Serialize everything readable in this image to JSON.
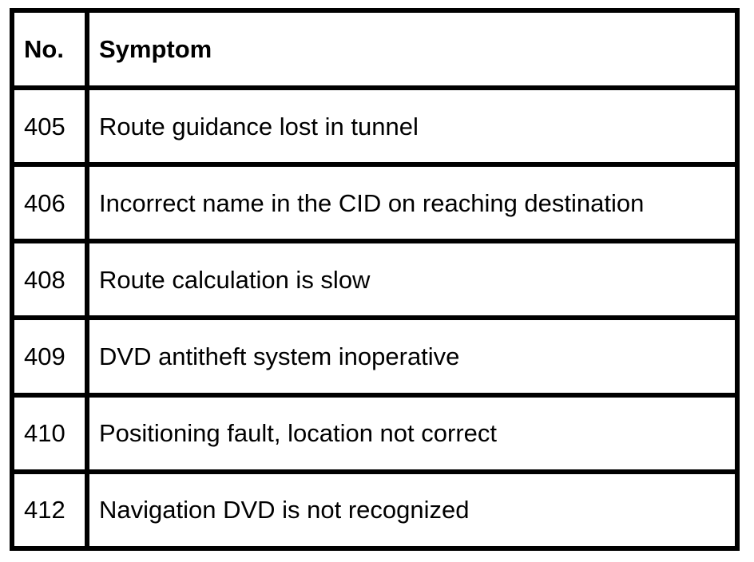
{
  "table": {
    "headers": {
      "number": "No.",
      "symptom": "Symptom"
    },
    "rows": [
      {
        "number": "405",
        "symptom": "Route guidance lost in tunnel"
      },
      {
        "number": "406",
        "symptom": "Incorrect name in the CID on reaching destination"
      },
      {
        "number": "408",
        "symptom": "Route calculation is slow"
      },
      {
        "number": "409",
        "symptom": "DVD antitheft system inoperative"
      },
      {
        "number": "410",
        "symptom": "Positioning fault, location not correct"
      },
      {
        "number": "412",
        "symptom": "Navigation DVD is not recognized"
      }
    ]
  }
}
